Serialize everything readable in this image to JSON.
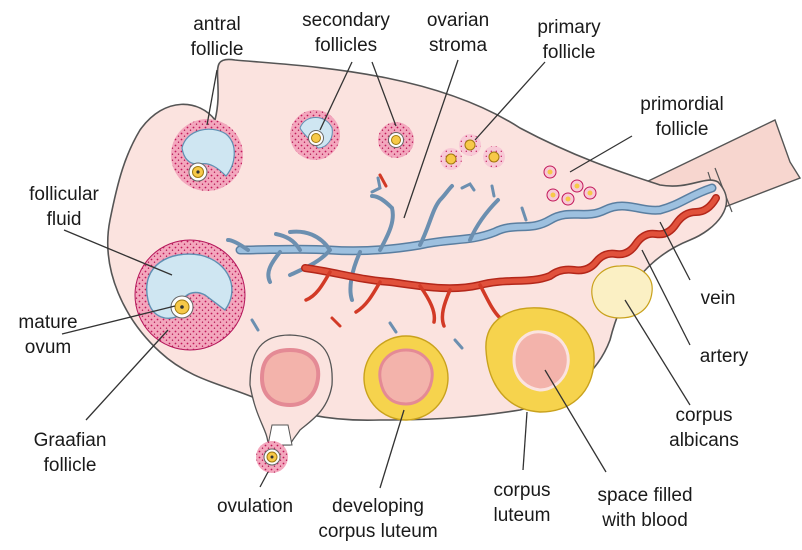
{
  "labels": {
    "antral_follicle": [
      "antral",
      "follicle"
    ],
    "secondary_follicles": [
      "secondary",
      "follicles"
    ],
    "ovarian_stroma": [
      "ovarian",
      "stroma"
    ],
    "primary_follicle": [
      "primary",
      "follicle"
    ],
    "primordial_follicle": [
      "primordial",
      "follicle"
    ],
    "follicular_fluid": [
      "follicular",
      "fluid"
    ],
    "mature_ovum": [
      "mature",
      "ovum"
    ],
    "graafian_follicle": [
      "Graafian",
      "follicle"
    ],
    "vein": [
      "vein"
    ],
    "artery": [
      "artery"
    ],
    "corpus_albicans": [
      "corpus",
      "albicans"
    ],
    "ovulation": [
      "ovulation"
    ],
    "developing_corpus_luteum": [
      "developing",
      "corpus luteum"
    ],
    "corpus_luteum": [
      "corpus",
      "luteum"
    ],
    "space_filled_with_blood": [
      "space filled",
      "with blood"
    ]
  },
  "colors": {
    "ovary_fill": "#fbe3df",
    "ovary_outline": "#555555",
    "vein": "#8fb3d4",
    "artery": "#d9442f",
    "follicle_granulosa": "#f3a7bd",
    "follicle_dots": "#c2185b",
    "follicular_fluid": "#cfe6f2",
    "ovum": "#f7c948",
    "corpus_luteum": "#f6d34d",
    "blood_space": "#f3b3ab",
    "corpus_albicans": "#fbf0c4"
  }
}
